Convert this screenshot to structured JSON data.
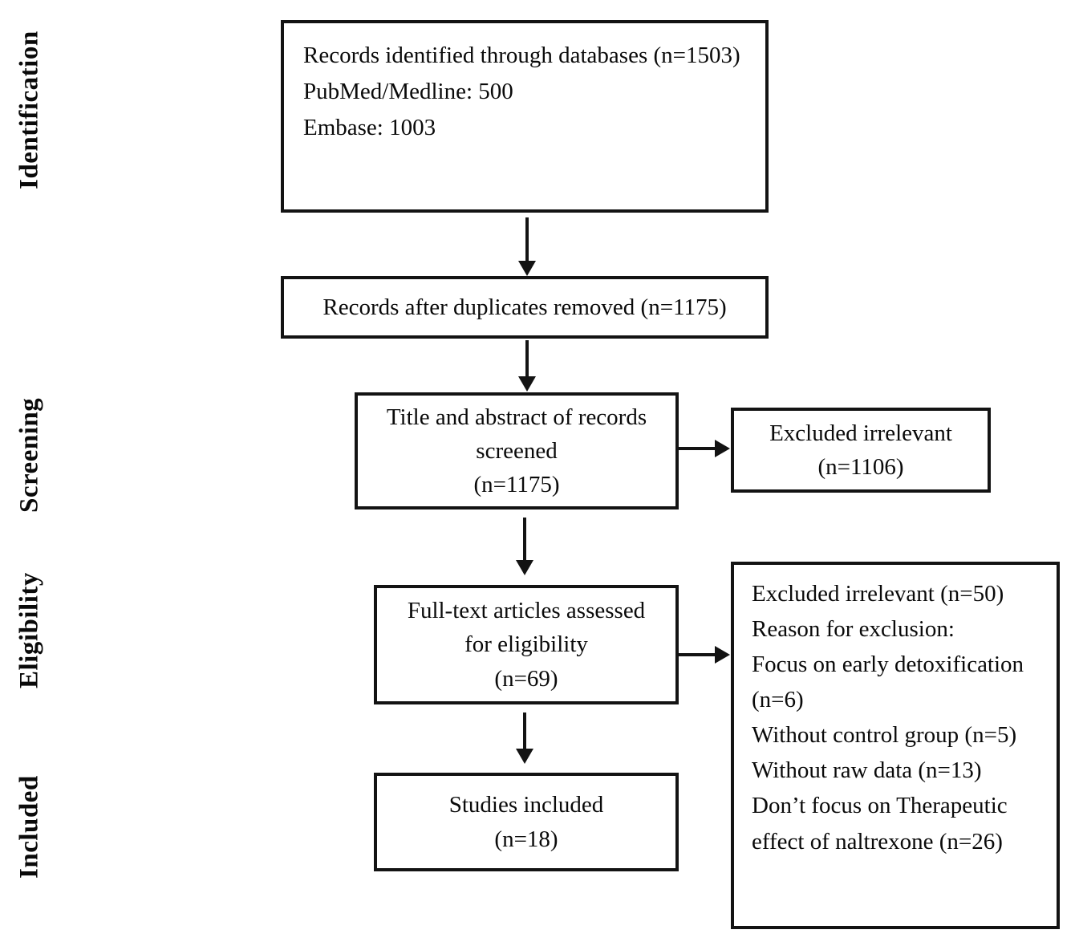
{
  "figure": {
    "type": "prisma-flow-diagram",
    "colors": {
      "background": "#ffffff",
      "line": "#131313",
      "text": "#0a0a0a"
    },
    "stage_labels": [
      "Identification",
      "Screening",
      "Eligibility",
      "Included"
    ],
    "boxes": {
      "records_identified": {
        "lines": [
          "Records identified through databases (n=1503)",
          "PubMed/Medline: 500",
          "Embase: 1003"
        ]
      },
      "duplicates_removed": {
        "lines": [
          "Records after duplicates removed (n=1175)"
        ]
      },
      "title_abstract_screened": {
        "lines": [
          "Title and abstract of records",
          "screened",
          "(n=1175)"
        ]
      },
      "excluded_screening": {
        "lines": [
          "Excluded irrelevant",
          "(n=1106)"
        ]
      },
      "fulltext_assessed": {
        "lines": [
          "Full-text articles assessed",
          "for eligibility",
          "(n=69)"
        ]
      },
      "excluded_eligibility": {
        "lines": [
          "Excluded irrelevant (n=50)",
          "Reason for exclusion:",
          "Focus on early detoxification",
          "(n=6)",
          "Without control group (n=5)",
          "Without raw data (n=13)",
          "Don’t focus on Therapeutic",
          "effect of naltrexone (n=26)"
        ]
      },
      "studies_included": {
        "lines": [
          "Studies included",
          "(n=18)"
        ]
      }
    }
  }
}
